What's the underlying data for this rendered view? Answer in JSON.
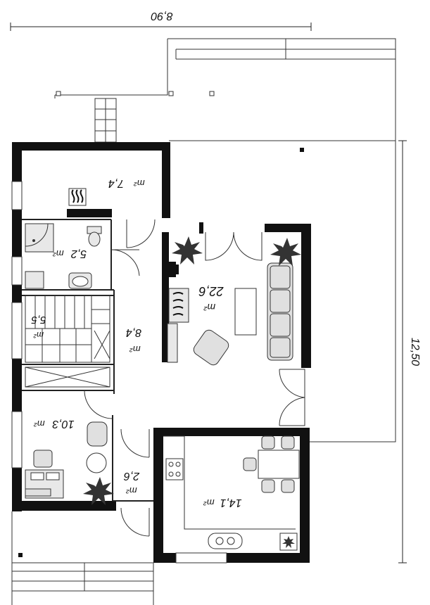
{
  "dimensions": {
    "width_label": "8,90",
    "height_label": "12,50"
  },
  "rooms": [
    {
      "id": "utility",
      "area": "7,4",
      "unit": "m²"
    },
    {
      "id": "bathroom",
      "area": "5,2",
      "unit": "m²"
    },
    {
      "id": "stairs",
      "area": "5,5",
      "unit": "m²"
    },
    {
      "id": "hall",
      "area": "8,4",
      "unit": "m²"
    },
    {
      "id": "living",
      "area": "22,6",
      "unit": "m²"
    },
    {
      "id": "office",
      "area": "10,3",
      "unit": "m²"
    },
    {
      "id": "wc",
      "area": "2,6",
      "unit": "m²"
    },
    {
      "id": "kitchen",
      "area": "14,1",
      "unit": "m²"
    }
  ],
  "colors": {
    "wall": "#111111",
    "line": "#333333",
    "fixture": "#d9d9d9"
  }
}
